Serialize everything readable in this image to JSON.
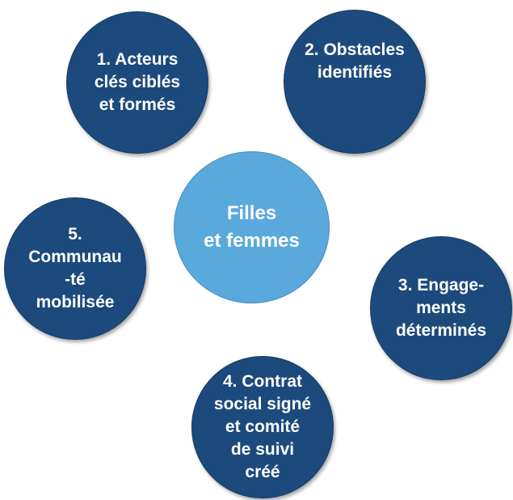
{
  "center": {
    "lines": [
      "Filles",
      "et femmes"
    ]
  },
  "nodes": [
    {
      "id": "acteurs",
      "lines": [
        "1. Acteurs",
        "clés ciblés",
        "et formés"
      ]
    },
    {
      "id": "obstacles",
      "lines": [
        "2. Obstacles",
        "identifiés"
      ]
    },
    {
      "id": "engagements",
      "lines": [
        "3. Engage-",
        "ments",
        "déterminés"
      ]
    },
    {
      "id": "contrat",
      "lines": [
        "4. Contrat",
        "social signé",
        "et comité",
        "de suivi",
        "créé"
      ]
    },
    {
      "id": "communaute",
      "lines": [
        "5.",
        "Communau",
        "-té",
        "mobilisée"
      ]
    }
  ],
  "colors": {
    "dark": "#1c4a7c",
    "light": "#5aa9dc"
  }
}
